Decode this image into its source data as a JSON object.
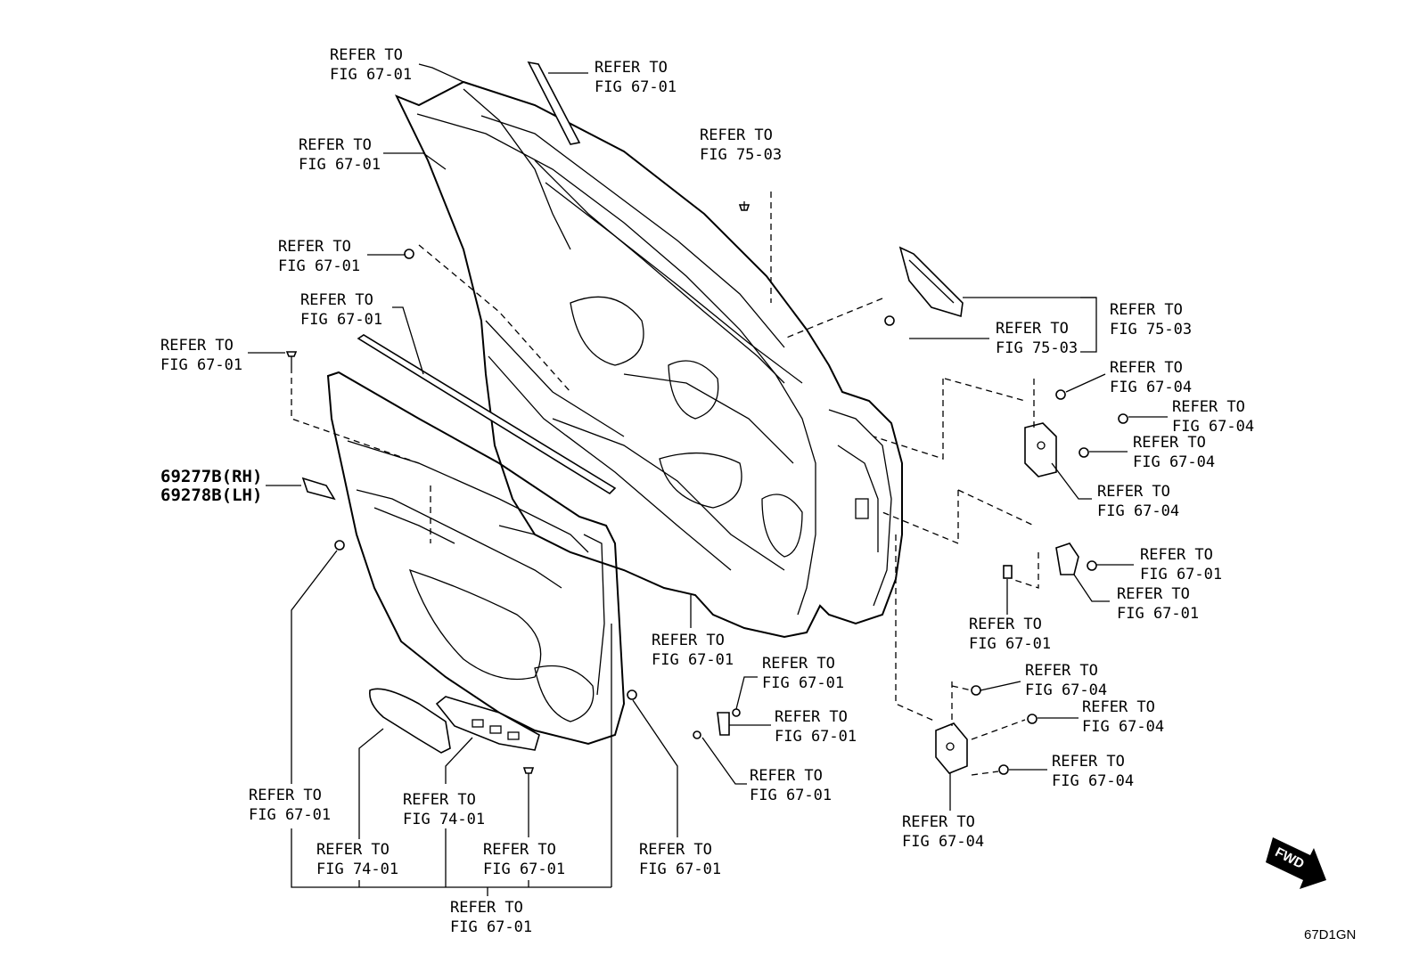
{
  "labels": {
    "r1": [
      "REFER TO",
      "FIG 67-01"
    ],
    "r2": [
      "REFER TO",
      "FIG 67-01"
    ],
    "r3": [
      "REFER TO",
      "FIG 67-01"
    ],
    "r4": [
      "REFER TO",
      "FIG 75-03"
    ],
    "r5": [
      "REFER TO",
      "FIG 67-01"
    ],
    "r6": [
      "REFER TO",
      "FIG 67-01"
    ],
    "r7": [
      "REFER TO",
      "FIG 67-01"
    ],
    "r8": [
      "REFER TO",
      "FIG 75-03"
    ],
    "r9": [
      "REFER TO",
      "FIG 75-03"
    ],
    "r10": [
      "REFER TO",
      "FIG 67-04"
    ],
    "r11": [
      "REFER TO",
      "FIG 67-04"
    ],
    "r12": [
      "REFER TO",
      "FIG 67-04"
    ],
    "r13": [
      "REFER TO",
      "FIG 67-04"
    ],
    "r14": [
      "REFER TO",
      "FIG 67-01"
    ],
    "r15": [
      "REFER TO",
      "FIG 67-01"
    ],
    "r16": [
      "REFER TO",
      "FIG 67-01"
    ],
    "r17": [
      "REFER TO",
      "FIG 67-01"
    ],
    "r18": [
      "REFER TO",
      "FIG 67-01"
    ],
    "r19": [
      "REFER TO",
      "FIG 67-01"
    ],
    "r20": [
      "REFER TO",
      "FIG 67-01"
    ],
    "r21": [
      "REFER TO",
      "FIG 67-04"
    ],
    "r22": [
      "REFER TO",
      "FIG 67-04"
    ],
    "r23": [
      "REFER TO",
      "FIG 67-04"
    ],
    "r24": [
      "REFER TO",
      "FIG 67-04"
    ],
    "r25": [
      "REFER TO",
      "FIG 67-01"
    ],
    "r26": [
      "REFER TO",
      "FIG 74-01"
    ],
    "r27": [
      "REFER TO",
      "FIG 74-01"
    ],
    "r28": [
      "REFER TO",
      "FIG 67-01"
    ],
    "r29": [
      "REFER TO",
      "FIG 67-01"
    ],
    "r30": [
      "REFER TO",
      "FIG 67-01"
    ]
  },
  "part_numbers": [
    "69277B(RH)",
    "69278B(LH)"
  ],
  "fwd_arrow_label": "FWD",
  "diagram_code": "67D1GN"
}
